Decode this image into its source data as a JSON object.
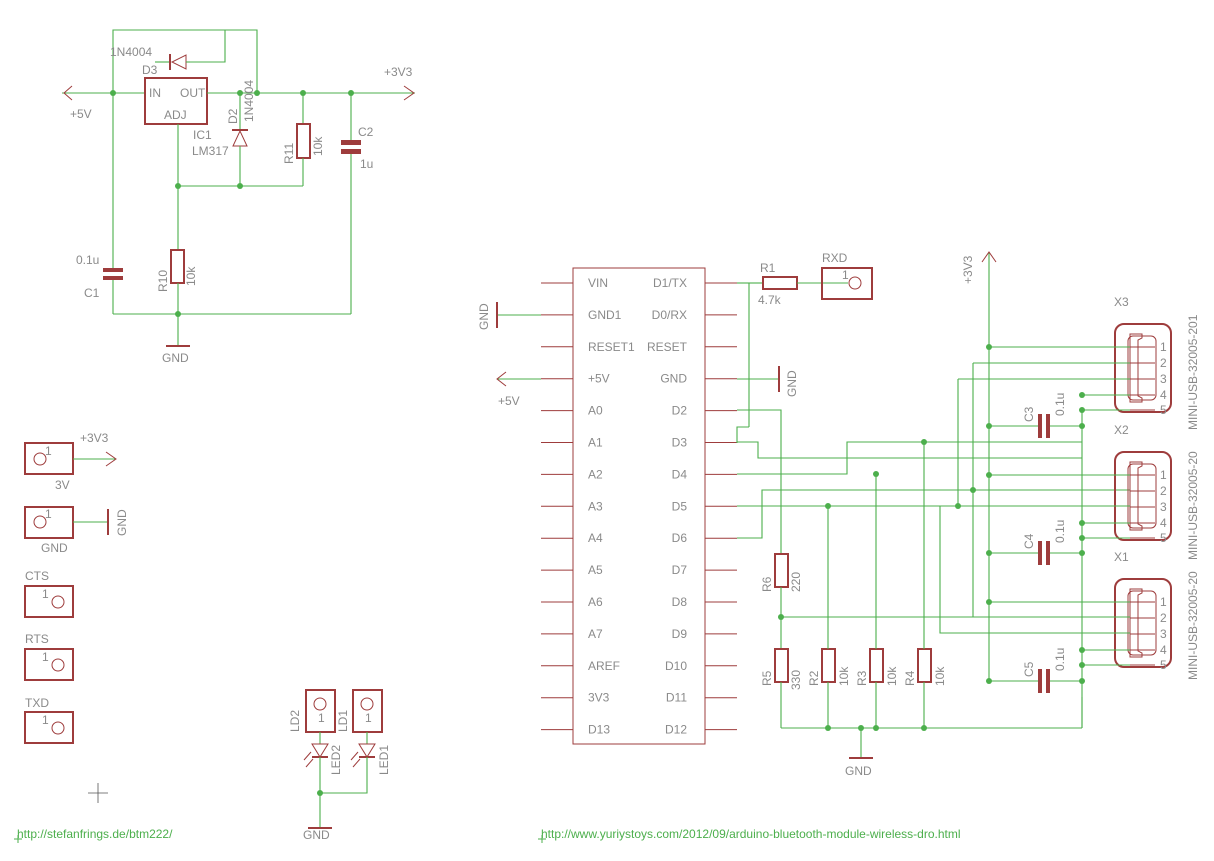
{
  "power": {
    "p5v": "+5V",
    "p3v3": "+3V3",
    "gnd": "GND"
  },
  "regulator": {
    "d3_name": "D3",
    "d3_value": "1N4004",
    "d2_name": "D2",
    "d2_value": "1N4004",
    "ic1_name": "IC1",
    "ic1_value": "LM317",
    "pin_in": "IN",
    "pin_out": "OUT",
    "pin_adj": "ADJ",
    "r11_name": "R11",
    "r11_value": "10k",
    "r10_name": "R10",
    "r10_value": "10k",
    "c1_name": "C1",
    "c1_value": "0.1u",
    "c2_name": "C2",
    "c2_value": "1u"
  },
  "arduino": {
    "left_pins": [
      "VIN",
      "GND1",
      "RESET1",
      "+5V",
      "A0",
      "A1",
      "A2",
      "A3",
      "A4",
      "A5",
      "A6",
      "A7",
      "AREF",
      "3V3",
      "D13"
    ],
    "right_pins": [
      "D1/TX",
      "D0/RX",
      "RESET",
      "GND",
      "D2",
      "D3",
      "D4",
      "D5",
      "D6",
      "D7",
      "D8",
      "D9",
      "D10",
      "D11",
      "D12"
    ]
  },
  "rxd": {
    "r1_name": "R1",
    "r1_value": "4.7k",
    "pad_label": "RXD",
    "pad_num": "1"
  },
  "pads": [
    {
      "label": "3V",
      "num": "1",
      "net": "+3V3"
    },
    {
      "label": "GND",
      "num": "1",
      "net": "GND"
    },
    {
      "label": "CTS",
      "num": "1"
    },
    {
      "label": "RTS",
      "num": "1"
    },
    {
      "label": "TXD",
      "num": "1"
    }
  ],
  "leds": [
    {
      "pad": "LD2",
      "name": "LED2",
      "num": "1"
    },
    {
      "pad": "LD1",
      "name": "LED1",
      "num": "1"
    }
  ],
  "resistors": [
    {
      "name": "R6",
      "value": "220"
    },
    {
      "name": "R5",
      "value": "330"
    },
    {
      "name": "R2",
      "value": "10k"
    },
    {
      "name": "R3",
      "value": "10k"
    },
    {
      "name": "R4",
      "value": "10k"
    }
  ],
  "usb": {
    "part": "MINI-USB-32005-201",
    "part_side": "MINI-USB-32005-20",
    "names": [
      "X3",
      "X2",
      "X1"
    ],
    "pins": [
      "1",
      "2",
      "3",
      "4",
      "5"
    ],
    "caps": [
      {
        "name": "C3",
        "value": "0.1u"
      },
      {
        "name": "C4",
        "value": "0.1u"
      },
      {
        "name": "C5",
        "value": "0.1u"
      }
    ]
  },
  "links": {
    "left": "http://stefanfrings.de/btm222/",
    "right": "http://www.yuriystoys.com/2012/09/arduino-bluetooth-module-wireless-dro.html"
  }
}
